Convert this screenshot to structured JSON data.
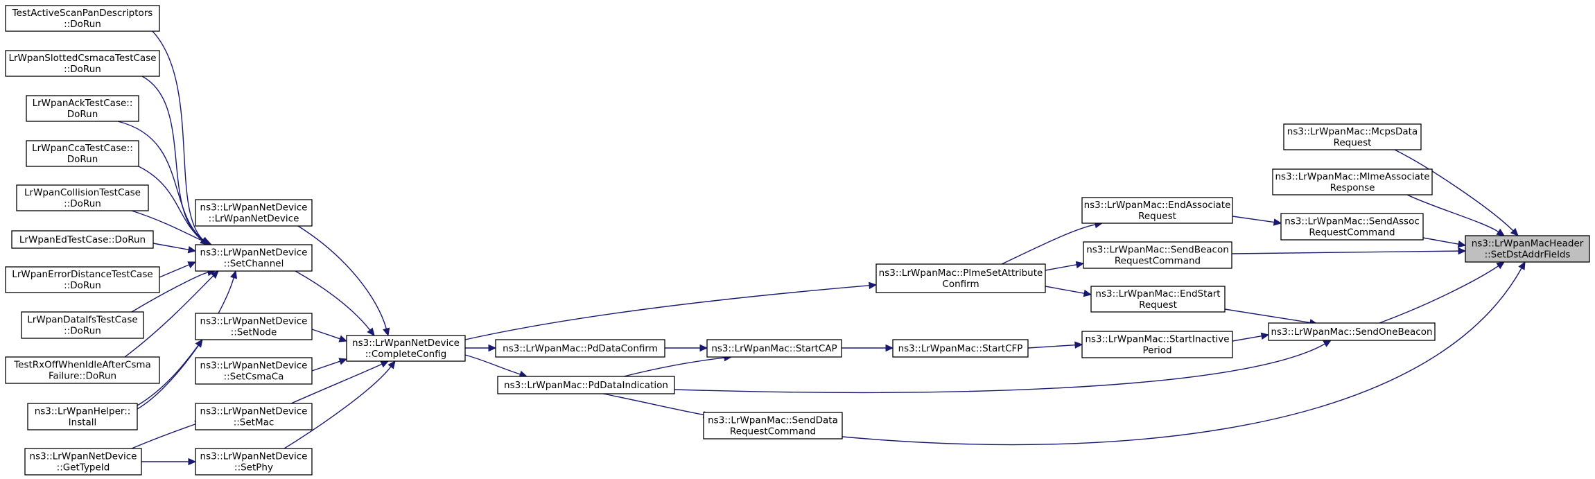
{
  "diagram": {
    "type": "caller-graph",
    "target": "n_target",
    "colors": {
      "edge": "#191970",
      "highlight_fill": "#bfbfbf",
      "node_fill": "#ffffff",
      "border": "#000000"
    },
    "nodes": [
      {
        "id": "n_target",
        "lines": [
          "ns3::LrWpanMacHeader",
          "::SetDstAddrFields"
        ],
        "highlight": true
      },
      {
        "id": "n_mcps",
        "lines": [
          "ns3::LrWpanMac::McpsData",
          "Request"
        ]
      },
      {
        "id": "n_mlme",
        "lines": [
          "ns3::LrWpanMac::MlmeAssociate",
          "Response"
        ]
      },
      {
        "id": "n_sendassoc",
        "lines": [
          "ns3::LrWpanMac::SendAssoc",
          "RequestCommand"
        ]
      },
      {
        "id": "n_endassoc",
        "lines": [
          "ns3::LrWpanMac::EndAssociate",
          "Request"
        ]
      },
      {
        "id": "n_sendbeacon",
        "lines": [
          "ns3::LrWpanMac::SendBeacon",
          "RequestCommand"
        ]
      },
      {
        "id": "n_endstart",
        "lines": [
          "ns3::LrWpanMac::EndStart",
          "Request"
        ]
      },
      {
        "id": "n_sendone",
        "lines": [
          "ns3::LrWpanMac::SendOneBeacon"
        ]
      },
      {
        "id": "n_inactive",
        "lines": [
          "ns3::LrWpanMac::StartInactive",
          "Period"
        ]
      },
      {
        "id": "n_plme",
        "lines": [
          "ns3::LrWpanMac::PlmeSetAttribute",
          "Confirm"
        ]
      },
      {
        "id": "n_startcfp",
        "lines": [
          "ns3::LrWpanMac::StartCFP"
        ]
      },
      {
        "id": "n_startcap",
        "lines": [
          "ns3::LrWpanMac::StartCAP"
        ]
      },
      {
        "id": "n_pdconfirm",
        "lines": [
          "ns3::LrWpanMac::PdDataConfirm"
        ]
      },
      {
        "id": "n_pdindication",
        "lines": [
          "ns3::LrWpanMac::PdDataIndication"
        ]
      },
      {
        "id": "n_senddata",
        "lines": [
          "ns3::LrWpanMac::SendData",
          "RequestCommand"
        ]
      },
      {
        "id": "n_complete",
        "lines": [
          "ns3::LrWpanNetDevice",
          "::CompleteConfig"
        ]
      },
      {
        "id": "n_ctor",
        "lines": [
          "ns3::LrWpanNetDevice",
          "::LrWpanNetDevice"
        ]
      },
      {
        "id": "n_setchannel",
        "lines": [
          "ns3::LrWpanNetDevice",
          "::SetChannel"
        ]
      },
      {
        "id": "n_setnode",
        "lines": [
          "ns3::LrWpanNetDevice",
          "::SetNode"
        ]
      },
      {
        "id": "n_setcsmaca",
        "lines": [
          "ns3::LrWpanNetDevice",
          "::SetCsmaCa"
        ]
      },
      {
        "id": "n_setmac",
        "lines": [
          "ns3::LrWpanNetDevice",
          "::SetMac"
        ]
      },
      {
        "id": "n_setphy",
        "lines": [
          "ns3::LrWpanNetDevice",
          "::SetPhy"
        ]
      },
      {
        "id": "n_gettypeid",
        "lines": [
          "ns3::LrWpanNetDevice",
          "::GetTypeId"
        ]
      },
      {
        "id": "n_helper",
        "lines": [
          "ns3::LrWpanHelper::",
          "Install"
        ]
      },
      {
        "id": "n_t_activescan",
        "lines": [
          "TestActiveScanPanDescriptors",
          "::DoRun"
        ]
      },
      {
        "id": "n_t_slotted",
        "lines": [
          "LrWpanSlottedCsmacaTestCase",
          "::DoRun"
        ]
      },
      {
        "id": "n_t_ack",
        "lines": [
          "LrWpanAckTestCase::",
          "DoRun"
        ]
      },
      {
        "id": "n_t_cca",
        "lines": [
          "LrWpanCcaTestCase::",
          "DoRun"
        ]
      },
      {
        "id": "n_t_collision",
        "lines": [
          "LrWpanCollisionTestCase",
          "::DoRun"
        ]
      },
      {
        "id": "n_t_ed",
        "lines": [
          "LrWpanEdTestCase::DoRun"
        ]
      },
      {
        "id": "n_t_errdist",
        "lines": [
          "LrWpanErrorDistanceTestCase",
          "::DoRun"
        ]
      },
      {
        "id": "n_t_dataifs",
        "lines": [
          "LrWpanDataIfsTestCase",
          "::DoRun"
        ]
      },
      {
        "id": "n_t_rxoff",
        "lines": [
          "TestRxOffWhenIdleAfterCsma",
          "Failure::DoRun"
        ]
      }
    ],
    "edges": [
      {
        "from": "n_mcps",
        "to": "n_target"
      },
      {
        "from": "n_mlme",
        "to": "n_target"
      },
      {
        "from": "n_sendassoc",
        "to": "n_target"
      },
      {
        "from": "n_sendbeacon",
        "to": "n_target"
      },
      {
        "from": "n_sendone",
        "to": "n_target"
      },
      {
        "from": "n_senddata",
        "to": "n_target"
      },
      {
        "from": "n_endassoc",
        "to": "n_sendassoc"
      },
      {
        "from": "n_plme",
        "to": "n_endassoc"
      },
      {
        "from": "n_plme",
        "to": "n_sendbeacon"
      },
      {
        "from": "n_plme",
        "to": "n_endstart"
      },
      {
        "from": "n_endstart",
        "to": "n_sendone"
      },
      {
        "from": "n_inactive",
        "to": "n_sendone"
      },
      {
        "from": "n_pdindication",
        "to": "n_sendone"
      },
      {
        "from": "n_startcfp",
        "to": "n_inactive"
      },
      {
        "from": "n_startcap",
        "to": "n_startcfp"
      },
      {
        "from": "n_pdconfirm",
        "to": "n_startcap"
      },
      {
        "from": "n_pdindication",
        "to": "n_startcap"
      },
      {
        "from": "n_complete",
        "to": "n_plme"
      },
      {
        "from": "n_complete",
        "to": "n_pdconfirm"
      },
      {
        "from": "n_complete",
        "to": "n_pdindication"
      },
      {
        "from": "n_pdindication",
        "to": "n_senddata"
      },
      {
        "from": "n_ctor",
        "to": "n_complete"
      },
      {
        "from": "n_setchannel",
        "to": "n_complete"
      },
      {
        "from": "n_setnode",
        "to": "n_complete"
      },
      {
        "from": "n_setcsmaca",
        "to": "n_complete"
      },
      {
        "from": "n_setmac",
        "to": "n_complete"
      },
      {
        "from": "n_setphy",
        "to": "n_complete"
      },
      {
        "from": "n_helper",
        "to": "n_setchannel"
      },
      {
        "from": "n_helper",
        "to": "n_setnode"
      },
      {
        "from": "n_gettypeid",
        "to": "n_setmac"
      },
      {
        "from": "n_gettypeid",
        "to": "n_setphy"
      },
      {
        "from": "n_t_activescan",
        "to": "n_setchannel"
      },
      {
        "from": "n_t_slotted",
        "to": "n_setchannel"
      },
      {
        "from": "n_t_ack",
        "to": "n_setchannel"
      },
      {
        "from": "n_t_cca",
        "to": "n_setchannel"
      },
      {
        "from": "n_t_collision",
        "to": "n_setchannel"
      },
      {
        "from": "n_t_ed",
        "to": "n_setchannel"
      },
      {
        "from": "n_t_errdist",
        "to": "n_setchannel"
      },
      {
        "from": "n_t_dataifs",
        "to": "n_setchannel"
      },
      {
        "from": "n_t_rxoff",
        "to": "n_setchannel"
      }
    ]
  }
}
